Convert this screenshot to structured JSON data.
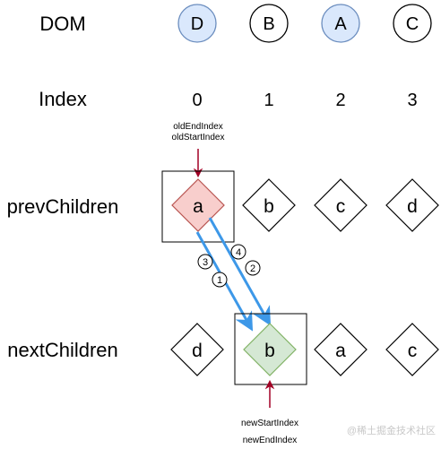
{
  "labels": {
    "dom": "DOM",
    "index": "Index",
    "prev_children": "prevChildren",
    "next_children": "nextChildren"
  },
  "dom_nodes": [
    {
      "label": "D",
      "highlight": true
    },
    {
      "label": "B",
      "highlight": false
    },
    {
      "label": "A",
      "highlight": true
    },
    {
      "label": "C",
      "highlight": false
    }
  ],
  "indices": [
    "0",
    "1",
    "2",
    "3"
  ],
  "prev_children": [
    {
      "label": "a",
      "fill": "#f8cecc",
      "stroke": "#b85450"
    },
    {
      "label": "b",
      "fill": "#ffffff",
      "stroke": "#000000"
    },
    {
      "label": "c",
      "fill": "#ffffff",
      "stroke": "#000000"
    },
    {
      "label": "d",
      "fill": "#ffffff",
      "stroke": "#000000"
    }
  ],
  "next_children": [
    {
      "label": "d",
      "fill": "#ffffff",
      "stroke": "#000000"
    },
    {
      "label": "b",
      "fill": "#d5e8d4",
      "stroke": "#82b366"
    },
    {
      "label": "a",
      "fill": "#ffffff",
      "stroke": "#000000"
    },
    {
      "label": "c",
      "fill": "#ffffff",
      "stroke": "#000000"
    }
  ],
  "pointers": {
    "old_end_index": "oldEndIndex",
    "old_start_index": "oldStartIndex",
    "new_start_index": "newStartIndex",
    "new_end_index": "newEndIndex"
  },
  "steps": [
    "4",
    "2",
    "3",
    "1"
  ],
  "colors": {
    "dom_highlight_fill": "#dae8fc",
    "dom_highlight_stroke": "#6c8ebf",
    "pointer_arrow": "#a20025",
    "comparison_arrow": "#3d98e8"
  },
  "watermark": "@稀土掘金技术社区"
}
